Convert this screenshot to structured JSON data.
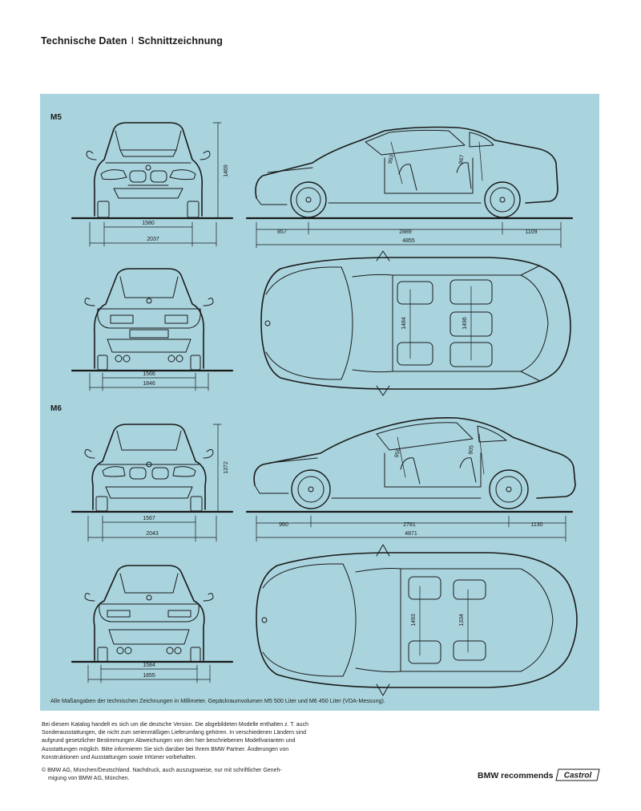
{
  "header": {
    "left": "Technische Daten",
    "separator": "I",
    "right": "Schnittzeichnung"
  },
  "models": [
    {
      "name": "M5",
      "front": {
        "track": "1580",
        "width": "2037",
        "height": "1469"
      },
      "side": {
        "front_overhang": "857",
        "wheelbase": "2889",
        "rear_overhang": "1109",
        "length": "4855",
        "front_headroom": "993",
        "rear_headroom": "967"
      },
      "rear": {
        "track": "1566",
        "width": "1846"
      },
      "top": {
        "front_width": "1484",
        "rear_width": "1496"
      }
    },
    {
      "name": "M6",
      "front": {
        "track": "1567",
        "width": "2043",
        "height": "1372"
      },
      "side": {
        "front_overhang": "960",
        "wheelbase": "2781",
        "rear_overhang": "1130",
        "length": "4871",
        "front_headroom": "956",
        "rear_headroom": "905"
      },
      "rear": {
        "track": "1584",
        "width": "1855"
      },
      "top": {
        "front_width": "1493",
        "rear_width": "1334"
      }
    }
  ],
  "footnote": "Alle Maßangaben der technischen Zeichnungen in Millimeter. Gepäckraumvolumen M5 500 Liter und M6 450 Liter (VDA-Messung).",
  "disclaimer": "Bei diesem Katalog handelt es sich um die deutsche Version. Die abgebildeten Modelle enthalten z. T. auch Sonderausstattungen, die nicht zum serienmäßigen Lieferumfang gehören. In verschiedenen Ländern sind aufgrund gesetzlicher Bestimmungen Abweichungen von den hier beschriebenen Modellvarianten und Ausstattungen möglich. Bitte informieren Sie sich darüber bei Ihrem BMW Partner. Änderungen von Konstruktionen und Ausstattungen sowie Irrtümer vorbehalten.",
  "copyright": {
    "line1": "© BMW AG, München/Deutschland. Nachdruck, auch auszugsweise, nur mit schriftlicher Geneh-",
    "line2": "migung von BMW AG, München."
  },
  "brand": {
    "text": "BMW recommends",
    "logo": "Castrol"
  },
  "colors": {
    "panel": "#a9d4de",
    "ink": "#1a1a1a"
  }
}
